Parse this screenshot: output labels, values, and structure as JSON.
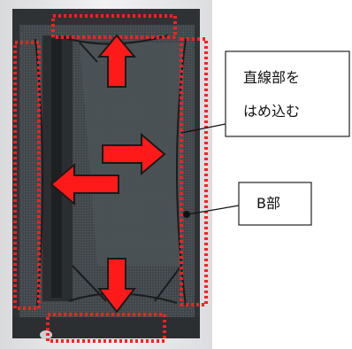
{
  "callouts": {
    "straight_part": {
      "line1": "直線部を",
      "line2": "はめ込む"
    },
    "b_part": {
      "label": "B部"
    }
  },
  "colors": {
    "arrow_fill": "#ff1a1a",
    "arrow_stroke": "#1a1a1a",
    "dotted_highlight": "#ff1f1f",
    "screen_mesh": "#3f4548",
    "frame": "#2b2f31",
    "wall": "#e8e8ea"
  },
  "arrows": [
    {
      "name": "arrow-up",
      "direction": "up"
    },
    {
      "name": "arrow-right",
      "direction": "right"
    },
    {
      "name": "arrow-left",
      "direction": "left"
    },
    {
      "name": "arrow-down",
      "direction": "down"
    }
  ],
  "icons": {
    "leader_dot": "filled-circle"
  }
}
